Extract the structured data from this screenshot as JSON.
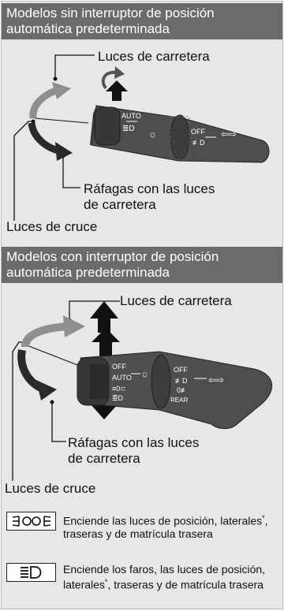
{
  "section1": {
    "title": "Modelos sin interruptor de posición automática predeterminada",
    "label_high": "Luces de carretera",
    "label_flash_line1": "Ráfagas con las luces",
    "label_flash_line2": "de carretera",
    "label_low": "Luces de cruce",
    "lever_marks": [
      "AUTO",
      "OFF"
    ]
  },
  "section2": {
    "title": "Modelos con interruptor de posición automática predeterminada",
    "label_high": "Luces de carretera",
    "label_flash_line1": "Ráfagas con las luces",
    "label_flash_line2": "de carretera",
    "label_low": "Luces de cruce",
    "lever_marks": [
      "OFF",
      "AUTO",
      "OFF",
      "REAR"
    ]
  },
  "legend": [
    {
      "icon": "position-lights-icon",
      "text_before": "Enciende las luces de posición, laterales",
      "marker": "*",
      "text_after": ", traseras y de matrícula trasera"
    },
    {
      "icon": "headlight-icon",
      "text_before": "Enciende los faros, las luces de posición, laterales",
      "marker": "*",
      "text_after": ", traseras y de matrícula trasera"
    }
  ]
}
